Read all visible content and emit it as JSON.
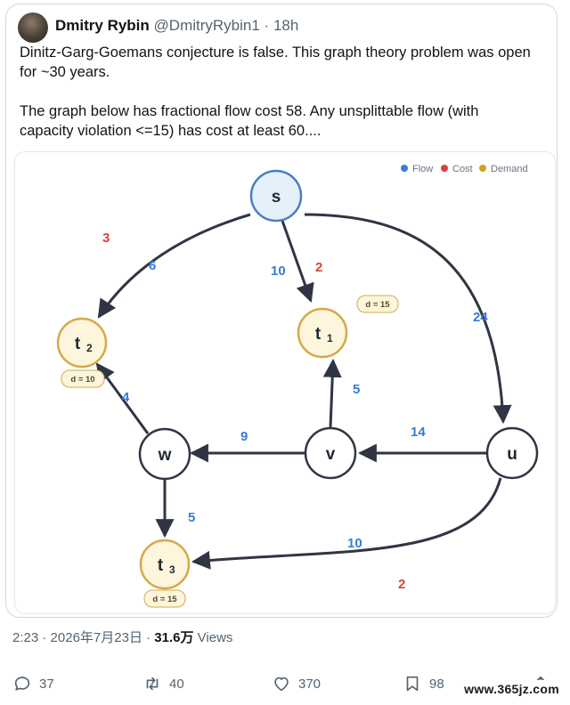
{
  "tweet": {
    "author_name": "Dmitry Rybin",
    "handle": "@DmitryRybin1",
    "separator": "·",
    "time_ago": "18h",
    "text_line1": "Dinitz-Garg-Goemans conjecture is false. This graph theory problem was open",
    "text_line2": "for ~30 years.",
    "text_line3": "The graph below has fractional flow cost 58. Any unsplittable flow (with",
    "text_line4": "capacity violation <=15) has cost at least 60...."
  },
  "graph": {
    "legend": {
      "flow": "Flow",
      "cost": "Cost",
      "demand": "Demand"
    },
    "colors": {
      "flow": "#3a7bd5",
      "cost": "#d9423f",
      "demand": "#c9a227",
      "edge": "#2f3542"
    },
    "nodes": {
      "s": "s",
      "t1": "t",
      "t1_sub": "1",
      "t2": "t",
      "t2_sub": "2",
      "t3": "t",
      "t3_sub": "3",
      "w": "w",
      "v": "v",
      "u": "u"
    },
    "demands": {
      "t1": "d = 15",
      "t2": "d = 10",
      "t3": "d = 15"
    },
    "edge_labels": {
      "s_t2_cost": "3",
      "s_t2_flow": "6",
      "s_t1_flow": "10",
      "s_t1_cost": "2",
      "s_u_flow": "24",
      "w_t2_flow": "4",
      "v_t1_flow": "5",
      "v_w_flow": "9",
      "u_v_flow": "14",
      "w_t3_flow": "5",
      "u_t3_flow": "10",
      "u_t3_cost": "2"
    }
  },
  "meta": {
    "time": "2:23",
    "date": "2026年7月23日",
    "separator": "·",
    "views_count": "31.6万",
    "views_label": "Views"
  },
  "actions": {
    "replies": "37",
    "retweets": "40",
    "likes": "370",
    "bookmarks": "98"
  },
  "watermark": "www.365jz.com"
}
